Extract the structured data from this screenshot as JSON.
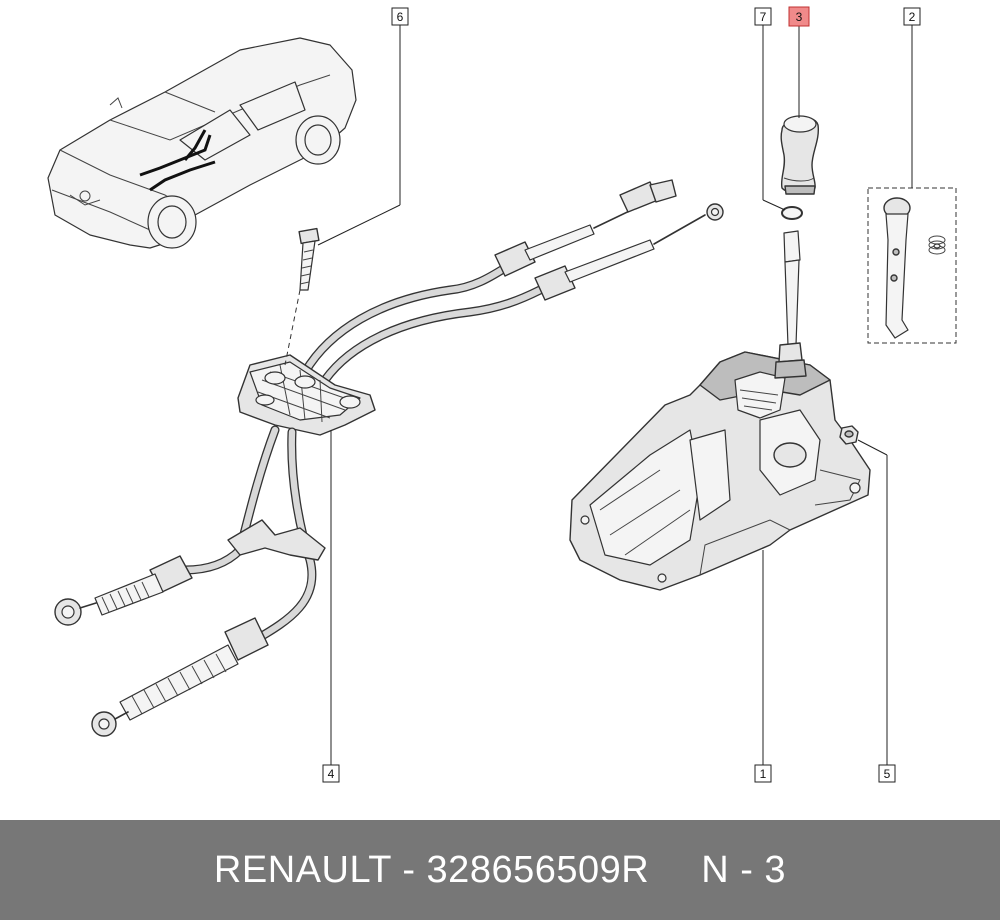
{
  "callouts": [
    {
      "id": "callout-1",
      "number": "1",
      "highlighted": false
    },
    {
      "id": "callout-2",
      "number": "2",
      "highlighted": false
    },
    {
      "id": "callout-3",
      "number": "3",
      "highlighted": true
    },
    {
      "id": "callout-4",
      "number": "4",
      "highlighted": false
    },
    {
      "id": "callout-5",
      "number": "5",
      "highlighted": false
    },
    {
      "id": "callout-6",
      "number": "6",
      "highlighted": false
    },
    {
      "id": "callout-7",
      "number": "7",
      "highlighted": false
    }
  ],
  "footer": {
    "brand_part": "RENAULT - 328656509R",
    "ref": "N - 3"
  },
  "colors": {
    "highlight": "#f08a8a",
    "footer_bg": "#777777"
  }
}
